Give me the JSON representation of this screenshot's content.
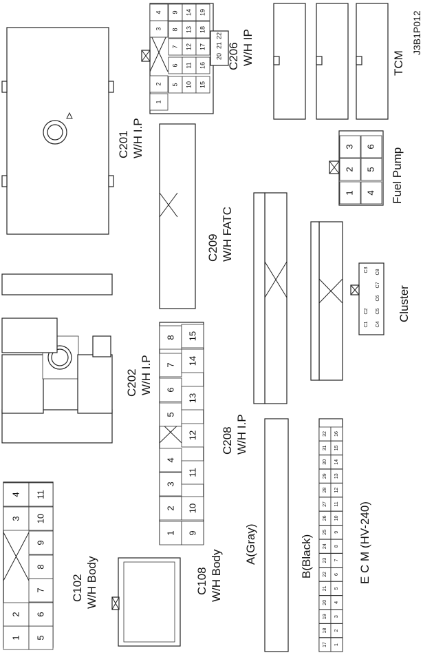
{
  "figure_code": "J3B1P012",
  "connectors": {
    "c102": {
      "name": "C102",
      "harness": "W/H Body",
      "row_top": [
        "1",
        "2",
        "",
        "3",
        "4"
      ],
      "row_bottom": [
        "5",
        "6",
        "7",
        "8",
        "9",
        "10",
        "11"
      ]
    },
    "c108": {
      "name": "C108",
      "harness": "W/H Body"
    },
    "c201": {
      "name": "C201",
      "harness": "W/H I.P"
    },
    "c202": {
      "name": "C202",
      "harness": "W/H I.P",
      "row_top": [
        "1",
        "2",
        "3",
        "4",
        "",
        "5",
        "6",
        "7",
        "8"
      ],
      "row_bottom": [
        "9",
        "10",
        "11",
        "12",
        "13",
        "14",
        "15"
      ]
    },
    "c206": {
      "name": "C206",
      "harness": "W/H IP",
      "left_col": [
        "1",
        "2",
        "3",
        "4"
      ],
      "grid": [
        "5",
        "6",
        "7",
        "8",
        "9",
        "10",
        "11",
        "12",
        "13",
        "14",
        "15",
        "16",
        "17",
        "18",
        "19"
      ],
      "tab": [
        "20",
        "21",
        "22"
      ]
    },
    "c208": {
      "name": "C208",
      "harness": "W/H I.P"
    },
    "c209": {
      "name": "C209",
      "harness": "W/H FATC"
    },
    "tcm": {
      "name": "TCM"
    },
    "fuel_pump": {
      "name": "Fuel Pump",
      "pins": [
        "1",
        "2",
        "3",
        "4",
        "5",
        "6"
      ]
    },
    "cluster": {
      "name": "Cluster",
      "top": [
        "C1",
        "C2",
        "C3"
      ],
      "bottom": [
        "C4",
        "C5",
        "C6",
        "C7",
        "C8"
      ]
    },
    "ecm": {
      "name": "E C M (HV-240)",
      "a_label": "A(Gray)",
      "b_label": "B(Black)",
      "row_b_top": [
        "17",
        "18",
        "19",
        "20",
        "21",
        "22",
        "23",
        "24",
        "25",
        "26",
        "27",
        "28",
        "29",
        "30",
        "31",
        "32"
      ],
      "row_b_bottom": [
        "1",
        "2",
        "3",
        "4",
        "5",
        "6",
        "7",
        "8",
        "9",
        "10",
        "11",
        "12",
        "13",
        "14",
        "15",
        "16"
      ]
    }
  }
}
